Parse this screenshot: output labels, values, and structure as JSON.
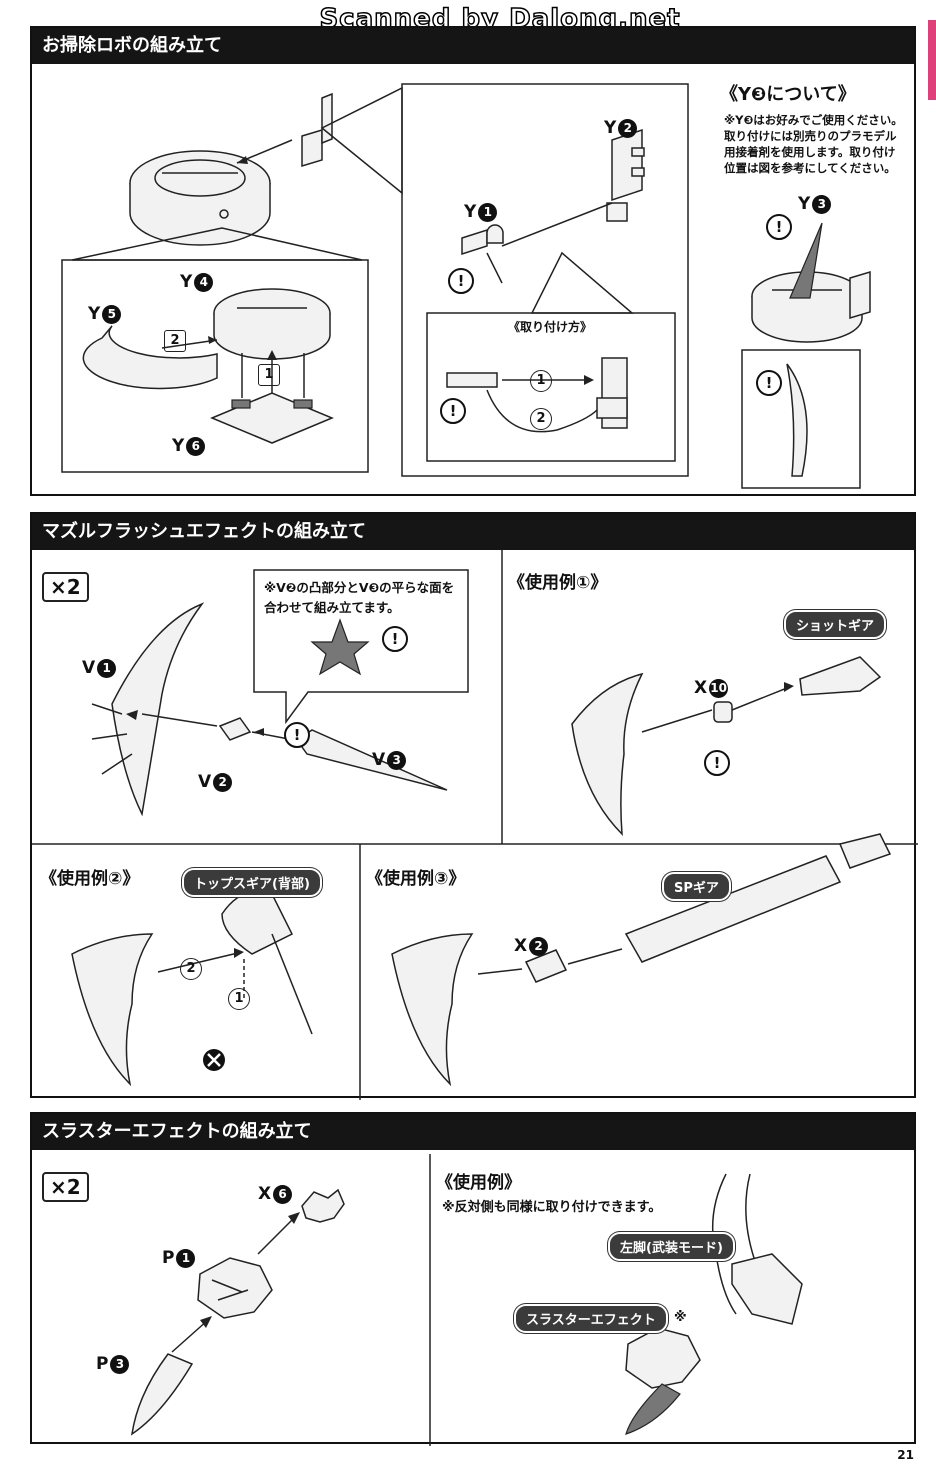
{
  "watermark": "Scanned by Dalong.net",
  "page_number": "21",
  "sections": {
    "robot": {
      "title": "お掃除ロボの組み立て",
      "parts": {
        "y1": "Y",
        "y2": "Y",
        "y3": "Y",
        "y4": "Y",
        "y5": "Y",
        "y6": "Y"
      },
      "part_nums": {
        "y1": "1",
        "y2": "2",
        "y3": "3",
        "y4": "4",
        "y5": "5",
        "y6": "6"
      },
      "step1": "1",
      "step2": "2",
      "attach_label": "《取り付け方》",
      "y3_heading": "《Y❸について》",
      "y3_note": "※Y❸はお好みでご使用ください。取り付けには別売りのプラモデル用接着剤を使用します。取り付け位置は図を参考にしてください。"
    },
    "muzzle": {
      "title": "マズルフラッシュエフェクトの組み立て",
      "qty": "×2",
      "note": "※V❷の凸部分とV❸の平らな面を合わせて組み立てます。",
      "parts": {
        "v1": "V",
        "v2": "V",
        "v3": "V",
        "x10": "X",
        "x2": "X"
      },
      "part_nums": {
        "v1": "1",
        "v2": "2",
        "v3": "3",
        "x10": "10",
        "x2": "2"
      },
      "example1": "《使用例①》",
      "example1_tag": "ショットギア",
      "example2": "《使用例②》",
      "example2_tag": "トップスギア(背部)",
      "example3": "《使用例③》",
      "example3_tag": "SPギア",
      "step1": "1",
      "step2": "2"
    },
    "thruster": {
      "title": "スラスターエフェクトの組み立て",
      "qty": "×2",
      "parts": {
        "x6": "X",
        "p1": "P",
        "p3": "P"
      },
      "part_nums": {
        "x6": "6",
        "p1": "1",
        "p3": "3"
      },
      "example": "《使用例》",
      "note": "※反対側も同様に取り付けできます。",
      "tag_leg": "左脚(武装モード)",
      "tag_effect": "スラスターエフェクト",
      "tag_effect_mark": "※"
    }
  }
}
